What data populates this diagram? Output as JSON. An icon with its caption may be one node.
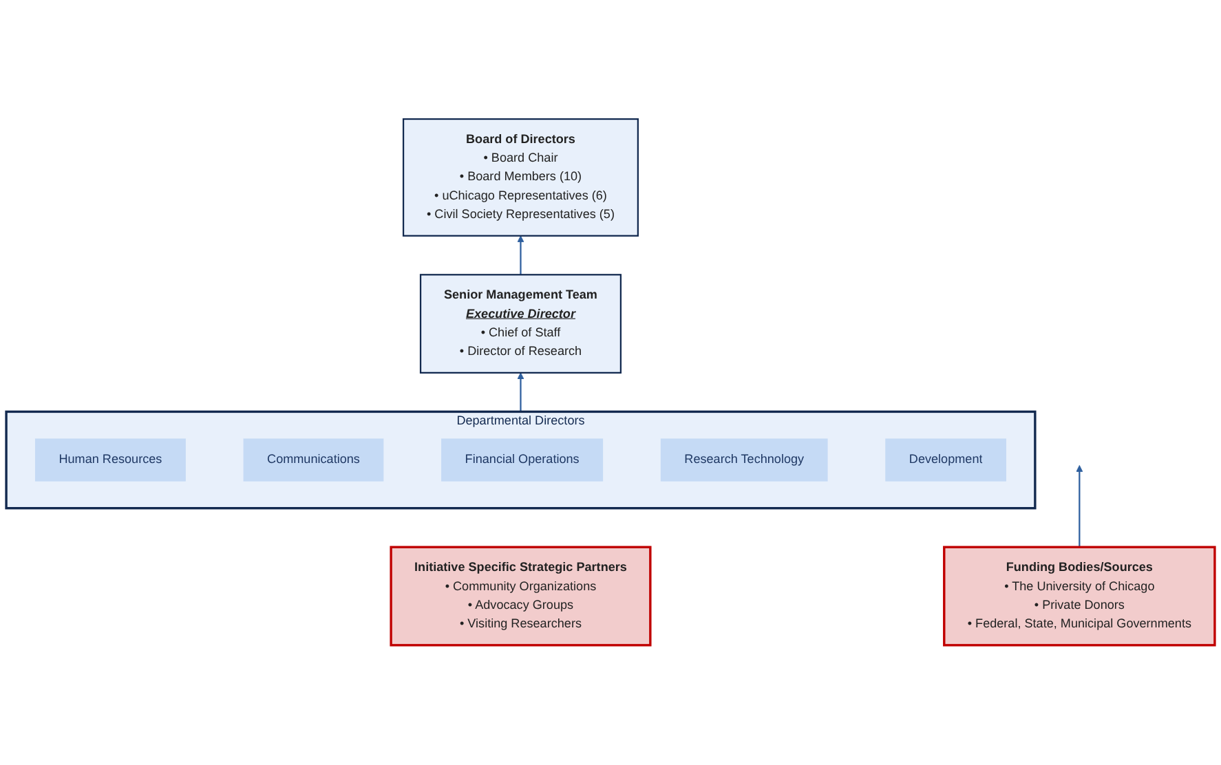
{
  "diagram": {
    "nodes": [
      {
        "text": [
          "Board of Directors",
          "• Board Chair",
          "• Board Members (10)",
          "• uChicago Representatives (6)",
          "• Civil Society Representatives (5)"
        ]
      },
      {
        "text": [
          "Funding Bodies/Sources",
          "• The University of Chicago",
          "• Private Donors",
          "• Federal, State, Municipal Governments"
        ]
      },
      {
        "text": [
          "Senior Management Team",
          "Executive Director",
          "• Chief of Staff",
          "• Director of Research"
        ]
      },
      {
        "text": [
          "Departmental Directors"
        ]
      },
      {
        "text": [
          "Human Resources"
        ],
        "in": 3
      },
      {
        "text": [
          "Communications"
        ],
        "in": 3
      },
      {
        "text": [
          "Financial Operations"
        ],
        "in": 3
      },
      {
        "text": [
          "Research Technology"
        ],
        "in": 3
      },
      {
        "text": [
          "Development"
        ],
        "in": 3
      },
      {
        "text": [
          "Initiative Specific Strategic Partners",
          "• Community Organizations",
          "• Advocacy Groups",
          "• Visiting Researchers"
        ]
      }
    ],
    "edges": [
      {
        "from": 2,
        "to": 0,
        "arrow": "to"
      },
      {
        "from": 1,
        "to": null,
        "arrow": "to"
      },
      {
        "from": 3,
        "to": 2,
        "arrow": "to"
      }
    ]
  }
}
